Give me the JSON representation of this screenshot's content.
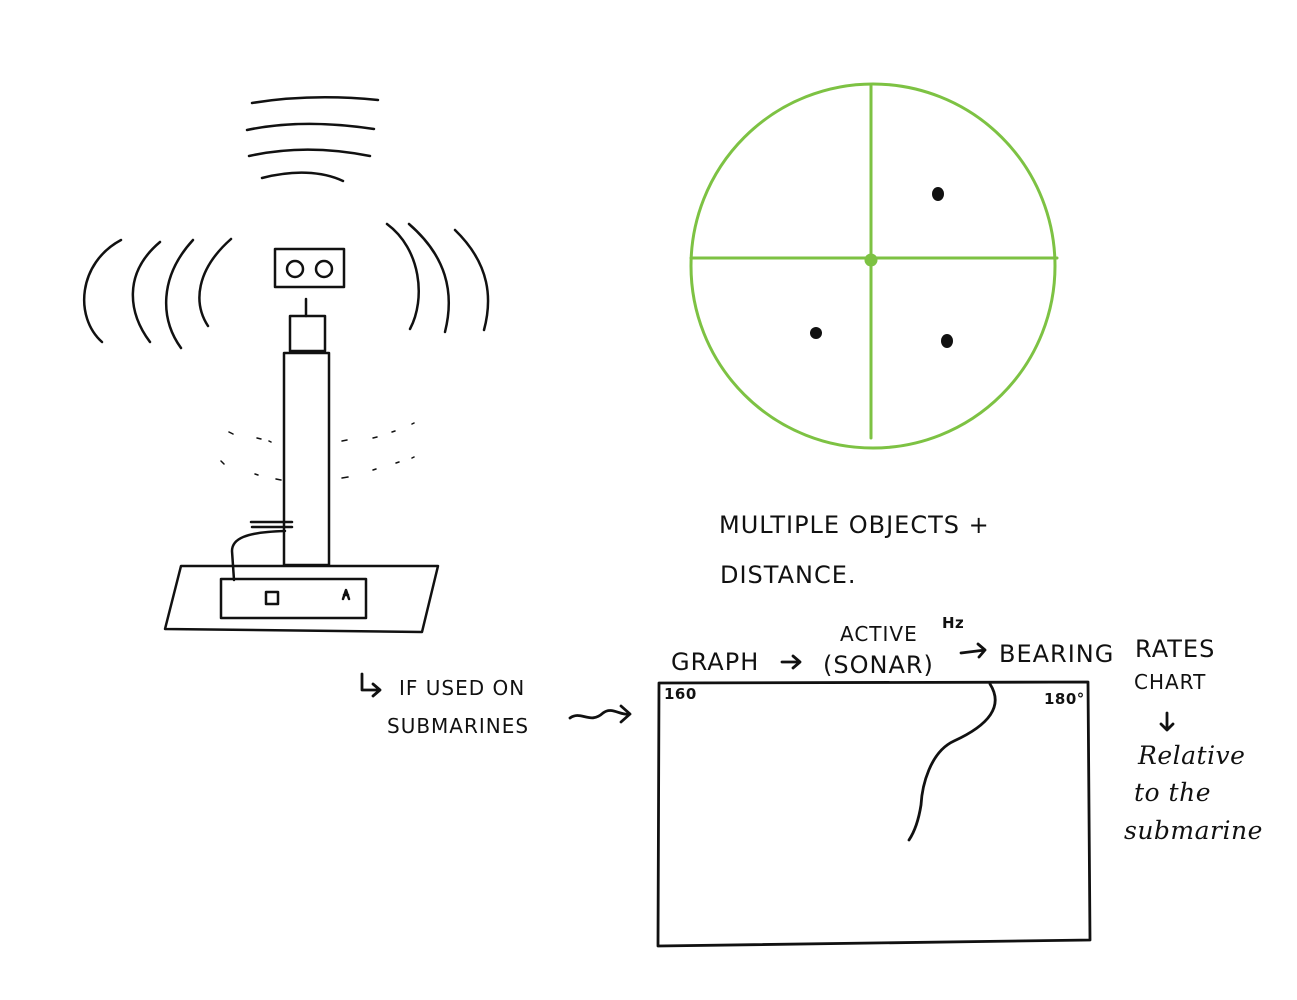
{
  "notes": {
    "multiple_objects": "MULTIPLE OBJECTS +",
    "distance": "DISTANCE.",
    "if_used_on": "IF USED ON",
    "submarines": "SUBMARINES",
    "graph": "GRAPH",
    "active": "ACTIVE",
    "sonar": "(SONAR)",
    "hz": "Hz",
    "bearing": "BEARING",
    "rates": "RATES",
    "chart": "CHART",
    "relative": "Relative",
    "to_the": "to the",
    "submarine": "submarine",
    "arrow_right": "→",
    "arrow_down": "↓",
    "elbow_arrow": "↳"
  },
  "graph": {
    "left_label": "160",
    "right_label": "180°"
  },
  "colors": {
    "stroke": "#111111",
    "radar_green": "#7dc243"
  },
  "icons": {
    "tower": "sonar-tower-icon",
    "radar": "radar-scope-icon"
  }
}
